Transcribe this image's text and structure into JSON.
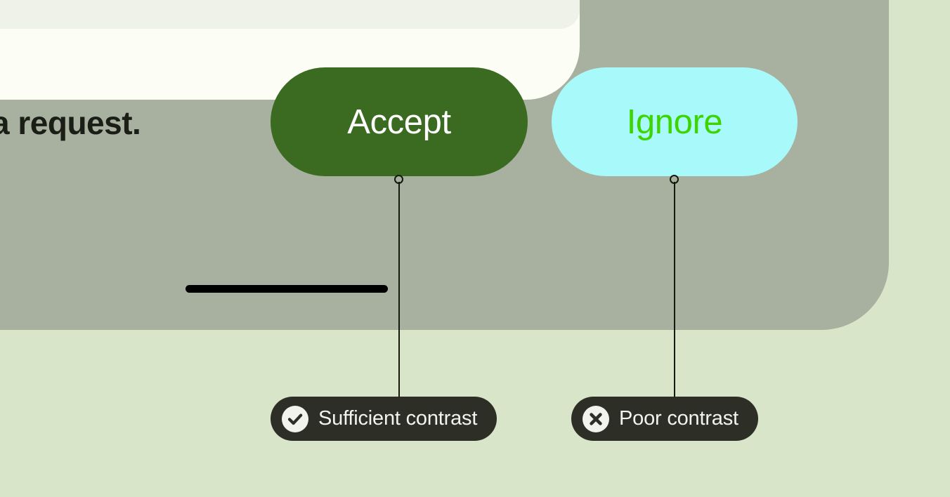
{
  "colors": {
    "canvas": "#d9e5c8",
    "frame": "#a8b0a0",
    "screen": "#fcfdf5",
    "card": "#eff2e9",
    "accept_bg": "#3a6b20",
    "accept_fg": "#ffffff",
    "ignore_bg": "#a8fafa",
    "ignore_fg": "#3dd400",
    "annotation_bg": "#2d2f27",
    "annotation_fg": "#f2f3ed",
    "leader": "#16180f",
    "home_indicator": "#000000",
    "body_text": "#1b1d17"
  },
  "screen": {
    "message_text": "a request.",
    "buttons": [
      {
        "key": "accept",
        "label": "Accept"
      },
      {
        "key": "ignore",
        "label": "Ignore"
      }
    ],
    "home_indicator_name": "home-indicator-bar"
  },
  "annotations": [
    {
      "key": "sufficient",
      "label": "Sufficient contrast",
      "icon": "check-icon",
      "targets": "accept"
    },
    {
      "key": "poor",
      "label": "Poor contrast",
      "icon": "x-icon",
      "targets": "ignore"
    }
  ]
}
